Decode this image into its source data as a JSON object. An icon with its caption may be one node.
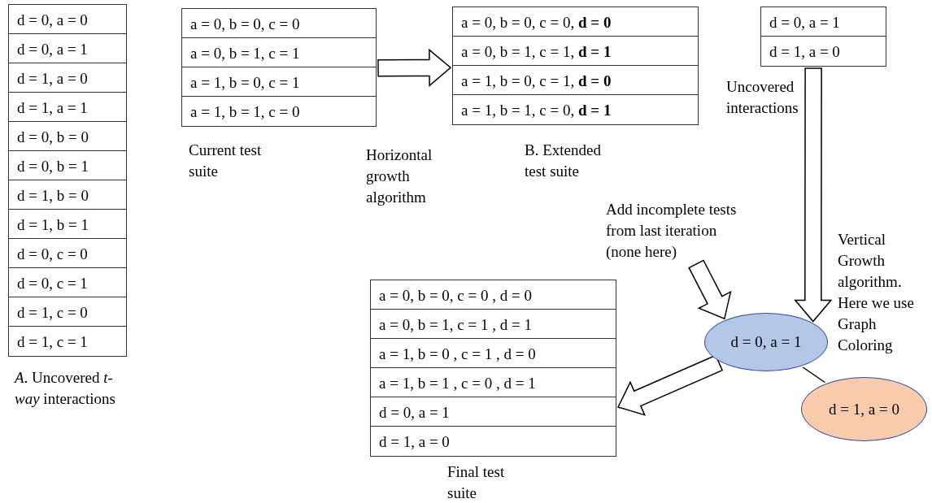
{
  "diagram": {
    "nodes": [
      {
        "text": [
          "d = 0, a = 0",
          "d = 0, a = 1",
          "d = 1, a = 0",
          "d = 1, a = 1",
          "d = 0, b = 0",
          "d = 0, b = 1",
          "d = 1, b = 0",
          "d = 1, b = 1",
          "d = 0, c = 0",
          "d = 0, c = 1",
          "d = 1, c = 0",
          "d = 1, c = 1"
        ],
        "beside": [
          "*A*. Uncovered *t-way* interactions"
        ]
      },
      {
        "text": [
          "a = 0, b = 0, c = 0",
          "a = 0, b = 1, c = 1",
          "a = 1, b = 0, c = 1",
          "a = 1, b = 1, c = 0"
        ],
        "beside": [
          "Current test suite"
        ]
      },
      {
        "text": [
          "a = 0, b = 0, c = 0, **d = 0**",
          "a = 0, b = 1, c = 1, **d = 1**",
          "a = 1, b = 0, c = 1, **d = 0**",
          "a = 1, b = 1, c = 0, **d = 1**"
        ],
        "beside": [
          "B. Extended test suite"
        ]
      },
      {
        "text": [
          "d = 0, a = 1",
          "d = 1, a = 0"
        ],
        "beside": [
          "Uncovered interactions"
        ]
      },
      {
        "text": [
          "Add incomplete tests from last iteration (none here)"
        ]
      },
      {
        "text": [
          "d = 0, a = 1"
        ]
      },
      {
        "text": [
          "d = 1, a = 0"
        ]
      },
      {
        "text": [
          "a = 0, b = 0, c = 0 , d = 0",
          "a = 0, b = 1, c = 1 , d = 1",
          "a = 1, b = 0 , c = 1 , d = 0",
          "a = 1, b = 1 , c = 0 , d = 1",
          "d = 0, a = 1",
          "d = 1, a = 0"
        ],
        "beside": [
          "Final test suite"
        ]
      }
    ],
    "edges": [
      {
        "from": 1,
        "to": 2,
        "arrow": "to"
      },
      {
        "from": 3,
        "to": 5,
        "arrow": "to",
        "label": "Vertical Growth algorithm. Here we use Graph Coloring"
      },
      {
        "from": 4,
        "to": 5,
        "arrow": "to"
      },
      {
        "from": 5,
        "to": 7,
        "arrow": "to"
      },
      {
        "from": 5,
        "to": 6,
        "arrow": "none"
      }
    ],
    "labels": [
      "Horizontal growth algorithm"
    ]
  }
}
